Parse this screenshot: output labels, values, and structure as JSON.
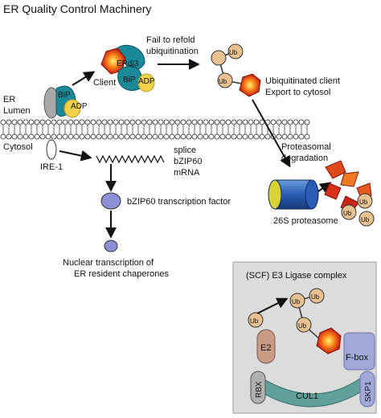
{
  "title": "ER Quality Control Machinery",
  "labels": {
    "er_lumen_1": "ER",
    "er_lumen_2": "Lumen",
    "cytosol": "Cytosol",
    "bip": "BiP",
    "adp": "ADP",
    "client": "Client",
    "erdj3": "ERdj3",
    "bip2": "BiP",
    "adp2": "ADP",
    "fail_refold_1": "Fail to refold",
    "fail_refold_2": "ubiquitination",
    "ub_label": "Ub",
    "ubiq_client_1": "Ubiquitinated client",
    "ubiq_client_2": "Export to cytosol",
    "proteasomal_1": "Proteasomal",
    "proteasomal_2": "degradation",
    "proteasome": "26S proteasome",
    "ire1": "IRE-1",
    "splice_1": "splice",
    "splice_2": "bZIP60",
    "splice_3": "mRNA",
    "bzip60_tf": "bZIP60 transcription factor",
    "nuclear_1": "Nuclear transcription of",
    "nuclear_2": "ER resident chaperones",
    "e3_title": "(SCF) E3 Ligase complex",
    "e2": "E2",
    "fbox": "F-box",
    "rbx": "RBX",
    "cul1": "CUL1",
    "skp1": "SKP1"
  },
  "colors": {
    "teal": "#1a8a9a",
    "yellow": "#f2d04a",
    "ub_fill": "#e9c08f",
    "lavender": "#8a8fd6",
    "inset_bg": "#dcdcdc",
    "cul1": "#5fa09a",
    "fbox": "#a0a8d8",
    "e2": "#c99a84",
    "proteasome": "#2f5fb0",
    "red_client": "#d8251f"
  }
}
